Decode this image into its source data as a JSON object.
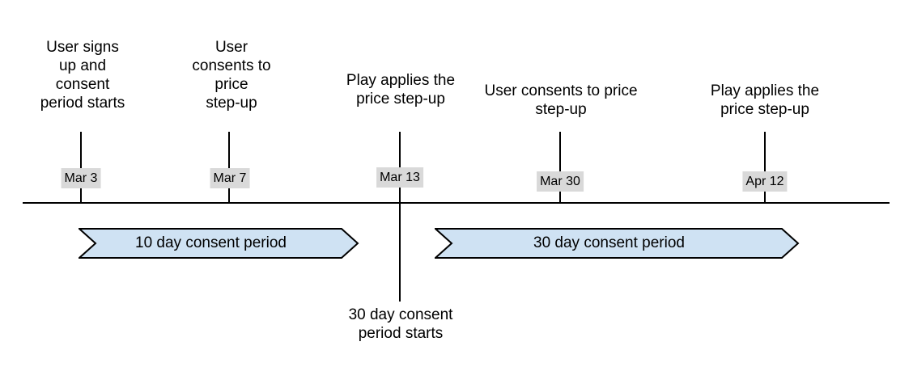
{
  "diagram_type": "timeline",
  "colors": {
    "arrow_fill": "#cfe2f3",
    "arrow_border": "#000000",
    "date_bg": "#d9d9d9",
    "line": "#000000",
    "text": "#000000"
  },
  "events": [
    {
      "date": "Mar 3",
      "caption": "User signs\nup and\nconsent\nperiod starts"
    },
    {
      "date": "Mar 7",
      "caption": "User\nconsents to\nprice\nstep-up"
    },
    {
      "date": "Mar 13",
      "caption": "Play applies the\nprice step-up",
      "note_below": "30 day consent\nperiod starts"
    },
    {
      "date": "Mar 30",
      "caption": "User consents to price\nstep-up"
    },
    {
      "date": "Apr 12",
      "caption": "Play applies the\nprice step-up"
    }
  ],
  "periods": [
    {
      "label": "10 day consent period"
    },
    {
      "label": "30 day consent period"
    }
  ]
}
